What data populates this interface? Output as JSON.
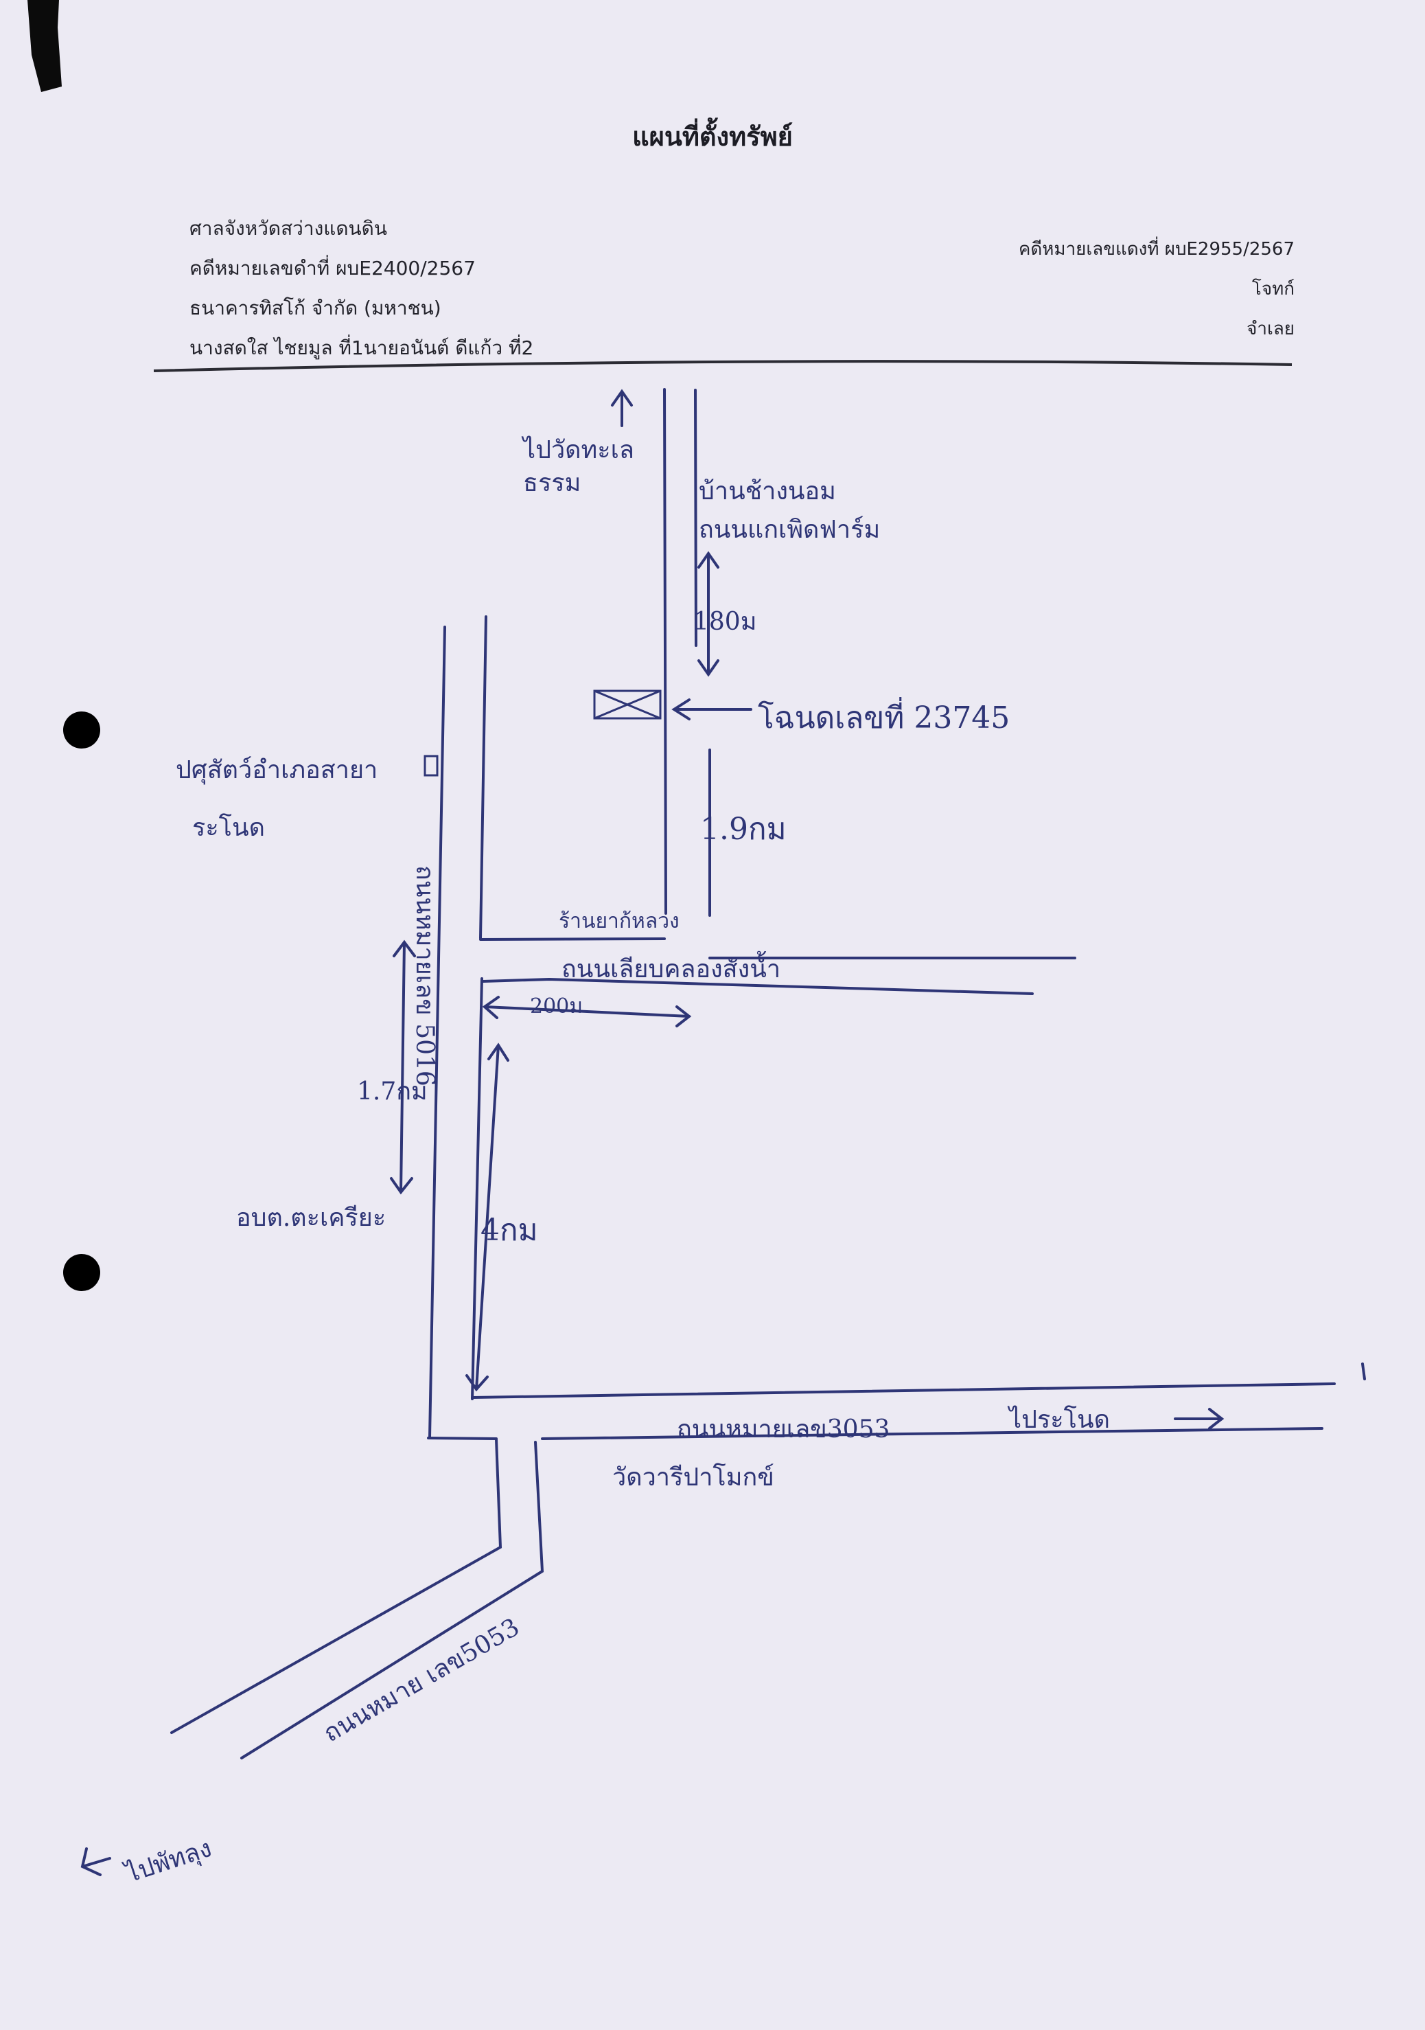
{
  "title": "แผนที่ตั้งทรัพย์",
  "header_left": {
    "court": "ศาลจังหวัดสว่างแดนดิน",
    "black_case": "คดีหมายเลขดำที่ ผบE2400/2567",
    "plaintiff": "ธนาคารทิสโก้ จำกัด (มหาชน)",
    "defendant": "นางสดใส ไชยมูล ที่1นายอนันต์ ดีแก้ว ที่2"
  },
  "header_right": {
    "red_case": "คดีหมายเลขแดงที่ ผบE2955/2567",
    "plaintiff_label": "โจทก์",
    "defendant_label": "จำเลย"
  },
  "map_labels": {
    "to_temple": "ไปวัดทะเล ธรรม",
    "village": "บ้านช้างนอม",
    "farm": "ถนนแกเพิดฟาร์ม",
    "dist_180": "180ม",
    "deed": "โฉนดเลขที่ 23745",
    "dist_19": "1.9กม",
    "clinic": "ปศุสัตว์อำเภอสายา",
    "clinic_sub": "ระโนด",
    "shop": "ร้านยาก้หลวง",
    "road_5016": "ถนนหมายเลข 5016",
    "khlong_road": "ถนนเลียบคลองสังน้ำ",
    "dist_200": "200ม",
    "dist_17": "1.7กม",
    "school": "อบต.ตะเครียะ",
    "dist_4": "4กม",
    "road_3053": "ถนนหมายเลข3053",
    "to_pranot": "ไประโนด",
    "temple": "วัดวารีปาโมกข์",
    "road_5053": "ถนนหมาย เลข5053",
    "to_phatthalung": "ไปพัทลุง"
  },
  "colors": {
    "ink": "#2e3576",
    "print": "#23232b",
    "paper": "#eceaf3"
  }
}
